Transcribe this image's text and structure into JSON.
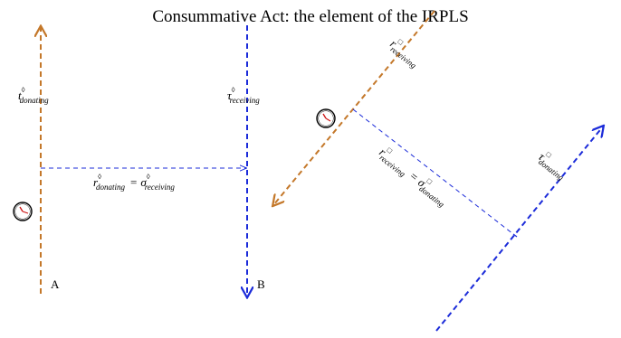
{
  "title": "Consummative Act: the element of the IRPLS",
  "colors": {
    "brown": "#c4782a",
    "blue": "#1b2bd9",
    "clock_hand": "#cc1111",
    "ink": "#000000"
  },
  "left": {
    "point_a": "A",
    "point_b": "B",
    "t_symbol": "t",
    "t_sub": "donating",
    "tau_symbol": "τ",
    "tau_sub": "receiving",
    "r_symbol": "r",
    "r_sub": "donating",
    "equals": "=",
    "sigma_symbol": "σ",
    "sigma_sub": "receiving",
    "sup_mark": "◊"
  },
  "right": {
    "r_symbol": "r",
    "r_sub": "receiving",
    "tau_symbol": "τ",
    "tau_sub": "donating",
    "r2_symbol": "r",
    "r2_sub": "receiving",
    "equals": "=",
    "sigma_symbol": "σ",
    "sigma_sub": "donating",
    "sup_mark": "□"
  },
  "icons": [
    "clock-icon",
    "clock-icon"
  ]
}
